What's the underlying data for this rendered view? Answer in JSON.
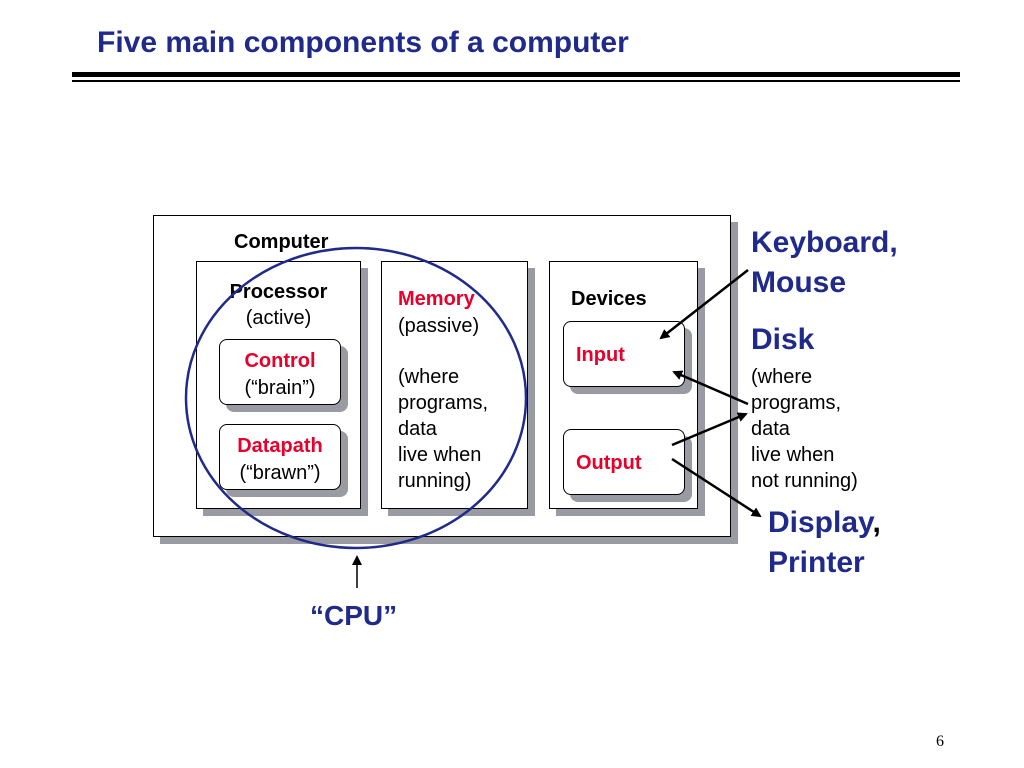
{
  "slide": {
    "title": "Five main components of a computer",
    "page_number": "6"
  },
  "diagram": {
    "computer_label": "Computer",
    "processor": {
      "label": "Processor",
      "sub": "(active)"
    },
    "control": {
      "label": "Control",
      "sub": "(“brain”)"
    },
    "datapath": {
      "label": "Datapath",
      "sub": "(“brawn”)"
    },
    "memory": {
      "label": "Memory",
      "sub": "(passive)",
      "note": "(where\nprograms,\ndata\nlive when\nrunning)"
    },
    "devices": {
      "label": "Devices",
      "input": "Input",
      "output": "Output"
    },
    "cpu_label": "“CPU”"
  },
  "peripherals": {
    "keyboard_mouse": "Keyboard,\nMouse",
    "disk": "Disk",
    "disk_note": "(where\nprograms,\ndata\nlive when\nnot running)",
    "display": "Display",
    "display_comma": ",",
    "printer": "Printer"
  },
  "colors": {
    "title": "#1f2a8a",
    "accent_red": "#e8002a",
    "cpu_circle": "#1f2a8a",
    "shadow": "#9a9aa2"
  }
}
